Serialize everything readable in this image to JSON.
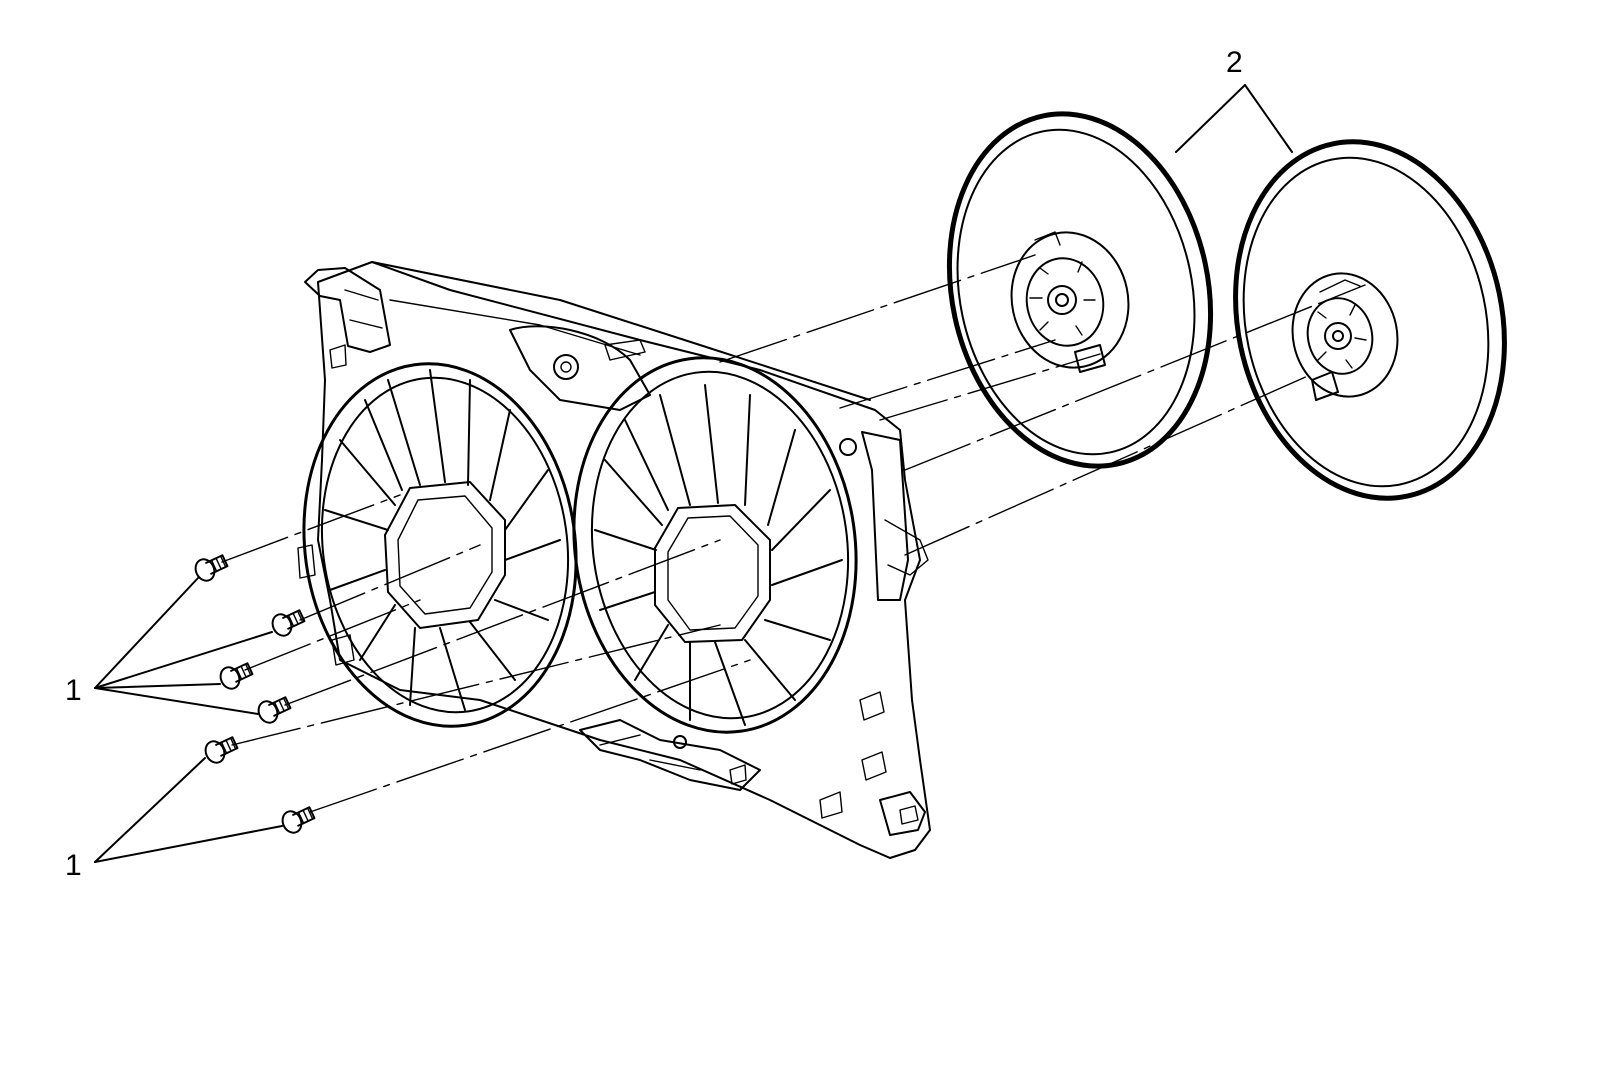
{
  "diagram": {
    "callouts": [
      {
        "id": "1",
        "label": "1"
      },
      {
        "id": "1b",
        "label": "1"
      },
      {
        "id": "2",
        "label": "2"
      }
    ],
    "colors": {
      "line": "#000000",
      "background": "#ffffff"
    }
  }
}
